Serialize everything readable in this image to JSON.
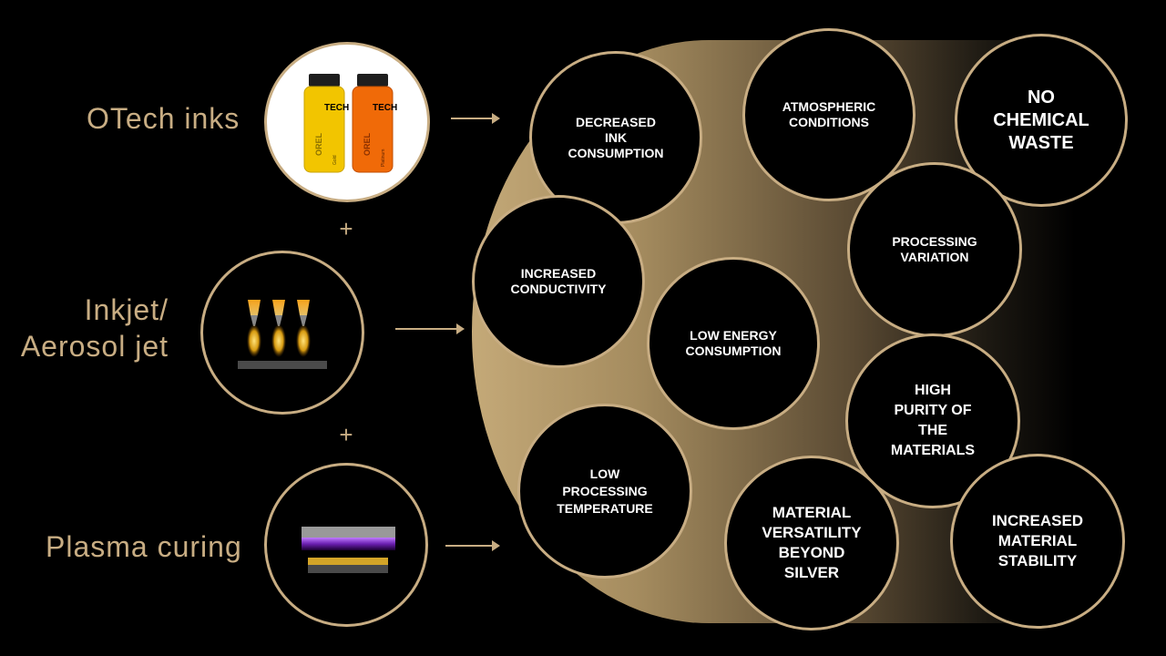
{
  "inputs": [
    {
      "label_lines": [
        "OTech inks"
      ]
    },
    {
      "label_lines": [
        "Inkjet/",
        "Aerosol jet"
      ]
    },
    {
      "label_lines": [
        "Plasma curing"
      ]
    }
  ],
  "plus_sign": "+",
  "bottles": [
    {
      "brand_top": "OREL",
      "brand_main": "TECH",
      "variant": "Gold",
      "color": "#f2c500"
    },
    {
      "brand_top": "OREL",
      "brand_main": "TECH",
      "variant": "Platinum",
      "color": "#f06a08"
    }
  ],
  "benefits": [
    {
      "lines": [
        "DECREASED",
        "INK",
        "CONSUMPTION"
      ]
    },
    {
      "lines": [
        "ATMOSPHERIC",
        "CONDITIONS"
      ]
    },
    {
      "lines": [
        "NO",
        "CHEMICAL",
        "WASTE"
      ]
    },
    {
      "lines": [
        "PROCESSING",
        "VARIATION"
      ]
    },
    {
      "lines": [
        "INCREASED",
        "CONDUCTIVITY"
      ]
    },
    {
      "lines": [
        "LOW ENERGY",
        "CONSUMPTION"
      ]
    },
    {
      "lines": [
        "HIGH",
        "PURITY OF",
        "THE",
        "MATERIALS"
      ]
    },
    {
      "lines": [
        "LOW",
        "PROCESSING",
        "TEMPERATURE"
      ]
    },
    {
      "lines": [
        "MATERIAL",
        "VERSATILITY",
        "BEYOND",
        "SILVER"
      ]
    },
    {
      "lines": [
        "INCREASED",
        "MATERIAL",
        "STABILITY"
      ]
    }
  ],
  "colors": {
    "accent": "#c8ad83",
    "background": "#000000",
    "text": "#ffffff"
  }
}
